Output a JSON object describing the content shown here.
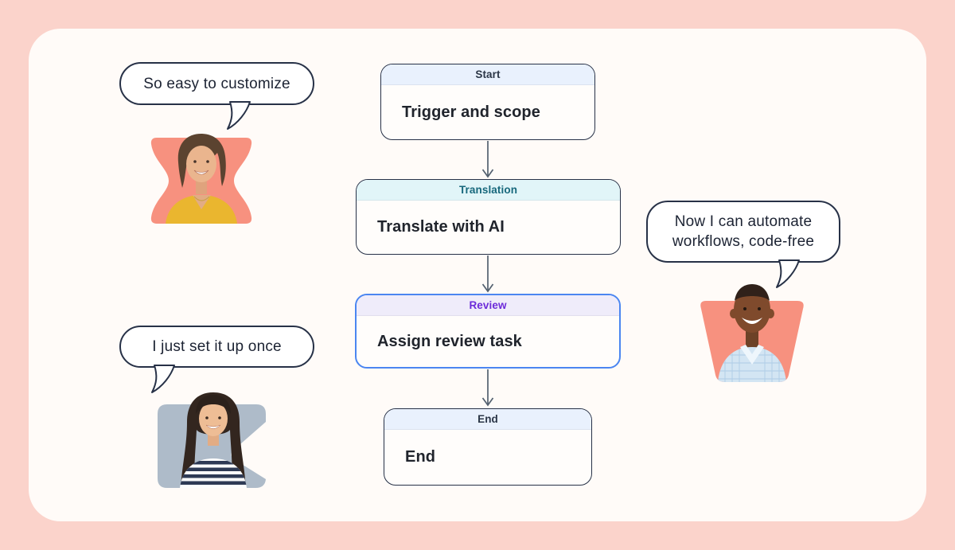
{
  "scene": {
    "background": "#fbd3cb",
    "card_background": "#fffbf8",
    "outline_navy": "#273147",
    "accent_coral": "#f7917f",
    "accent_grayblue": "#aebbc9",
    "arrow_color": "#53606f",
    "selected_border_blue": "#4b86f1"
  },
  "bubbles": {
    "customize": {
      "text": "So easy to customize"
    },
    "automate": {
      "text": "Now I can automate workflows, code-free"
    },
    "setup": {
      "text": "I just set it up once"
    }
  },
  "flow": {
    "nodes": [
      {
        "id": "start",
        "header": "Start",
        "label": "Trigger and scope",
        "header_bg": "#e9f1fd",
        "header_color": "#2b3647",
        "selected": false
      },
      {
        "id": "translation",
        "header": "Translation",
        "label": "Translate with AI",
        "header_bg": "#e1f5f8",
        "header_color": "#17687c",
        "selected": false
      },
      {
        "id": "review",
        "header": "Review",
        "label": "Assign review task",
        "header_bg": "#efecfa",
        "header_color": "#6c2bd9",
        "selected": true
      },
      {
        "id": "end",
        "header": "End",
        "label": "End",
        "header_bg": "#e9f1fd",
        "header_color": "#2b3647",
        "selected": false
      }
    ]
  },
  "avatars": [
    {
      "description": "smiling woman with short brown hair in yellow top",
      "backdrop": "coral hourglass shape"
    },
    {
      "description": "smiling man in light blue checked shirt",
      "backdrop": "coral trapezoid shape"
    },
    {
      "description": "smiling woman with long dark hair in striped top",
      "backdrop": "gray-blue arrow shape"
    }
  ]
}
